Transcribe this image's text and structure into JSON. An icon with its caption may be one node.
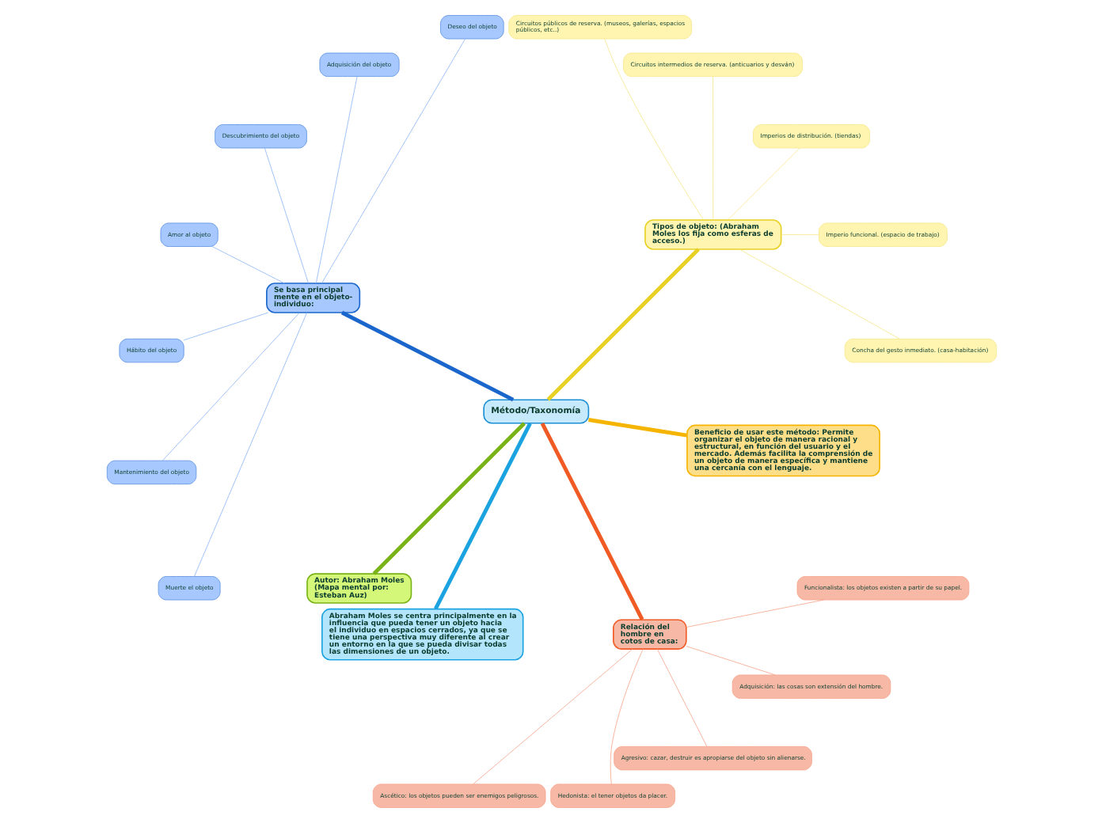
{
  "diagram": {
    "nodes": [
      {
        "text": [
          "Método/Taxonomía"
        ]
      },
      {
        "text": [
          "Tipos de objeto: (Abraham Moles los fija como esferas de acceso.)"
        ]
      },
      {
        "text": [
          "Concha del gesto inmediato. (casa-habitación)"
        ]
      },
      {
        "text": [
          "Imperio funcional. (espacio de trabajo)"
        ]
      },
      {
        "text": [
          "Imperios de distribución. (tiendas)"
        ]
      },
      {
        "text": [
          "Circuitos intermedios de reserva. (anticuarios y desván)"
        ]
      },
      {
        "text": [
          "Circuitos públicos de reserva. (museos, galerías, espacios públicos, etc..)"
        ]
      },
      {
        "text": [
          "Se basa principal mente en el objeto-individuo:"
        ]
      },
      {
        "text": [
          "Deseo del objeto"
        ]
      },
      {
        "text": [
          "Adquisición del objeto"
        ]
      },
      {
        "text": [
          "Descubrimiento del objeto"
        ]
      },
      {
        "text": [
          "Amor al objeto"
        ]
      },
      {
        "text": [
          "Hábito del objeto"
        ]
      },
      {
        "text": [
          "Mantenimiento del objeto"
        ]
      },
      {
        "text": [
          "Muerte el objeto"
        ]
      },
      {
        "text": [
          "Autor: Abraham Moles (Mapa mental por: Esteban Auz)"
        ]
      },
      {
        "text": [
          "Abraham Moles se centra principalmente en la influencia que pueda tener un objeto hacia el individuo en espacios cerrados, ya que se tiene una perspectiva muy diferente al crear un entorno en la que se pueda divisar todas las dimensiones de un objeto."
        ]
      },
      {
        "text": [
          "Relación del hombre en cotos de casa:"
        ]
      },
      {
        "text": [
          "Ascético: los objetos pueden ser enemigos peligrosos."
        ]
      },
      {
        "text": [
          "Hedonista: el tener objetos da placer."
        ]
      },
      {
        "text": [
          "Agresivo: cazar, destruir es apropiarse del objeto sin alienarse."
        ]
      },
      {
        "text": [
          "Adquisición: las cosas son extensión del hombre."
        ]
      },
      {
        "text": [
          "Funcionalista: los objetos existen a partir de su papel."
        ]
      },
      {
        "text": [
          "Beneficio de usar este método: Permite organizar el objeto de manera racional y estructural, en función del usuario y el mercado. Además facilita la comprensión de un objeto de manera específica y mantiene una cercanía con el lenguaje."
        ]
      }
    ],
    "edges": [
      {
        "from": 0,
        "to": 1,
        "arrow": "none",
        "style": "thick",
        "color": "#e8d024"
      },
      {
        "from": 1,
        "to": 2,
        "arrow": "none",
        "color": "#f5e68a"
      },
      {
        "from": 1,
        "to": 3,
        "arrow": "none",
        "color": "#f5e68a"
      },
      {
        "from": 1,
        "to": 4,
        "arrow": "none",
        "color": "#f5e68a"
      },
      {
        "from": 1,
        "to": 5,
        "arrow": "none",
        "color": "#f5e68a"
      },
      {
        "from": 1,
        "to": 6,
        "arrow": "none",
        "color": "#f5e68a"
      },
      {
        "from": 0,
        "to": 7,
        "arrow": "none",
        "style": "thick",
        "color": "#1a66cc"
      },
      {
        "from": 7,
        "to": 8,
        "arrow": "none",
        "color": "#8ab4f8"
      },
      {
        "from": 7,
        "to": 9,
        "arrow": "none",
        "color": "#8ab4f8"
      },
      {
        "from": 7,
        "to": 10,
        "arrow": "none",
        "color": "#8ab4f8"
      },
      {
        "from": 7,
        "to": 11,
        "arrow": "none",
        "color": "#8ab4f8"
      },
      {
        "from": 7,
        "to": 12,
        "arrow": "none",
        "color": "#8ab4f8"
      },
      {
        "from": 7,
        "to": 13,
        "arrow": "none",
        "color": "#8ab4f8"
      },
      {
        "from": 7,
        "to": 14,
        "arrow": "none",
        "color": "#8ab4f8"
      },
      {
        "from": 0,
        "to": 15,
        "arrow": "none",
        "style": "thick",
        "color": "#7ab317"
      },
      {
        "from": 0,
        "to": 16,
        "arrow": "none",
        "style": "thick",
        "color": "#1aa3e0"
      },
      {
        "from": 0,
        "to": 17,
        "arrow": "none",
        "style": "thick",
        "color": "#f05a24"
      },
      {
        "from": 17,
        "to": 18,
        "arrow": "none",
        "color": "#f7a48a"
      },
      {
        "from": 17,
        "to": 19,
        "arrow": "none",
        "color": "#f7a48a"
      },
      {
        "from": 17,
        "to": 20,
        "arrow": "none",
        "color": "#f7a48a"
      },
      {
        "from": 17,
        "to": 21,
        "arrow": "none",
        "color": "#f7a48a"
      },
      {
        "from": 17,
        "to": 22,
        "arrow": "none",
        "color": "#f7a48a"
      },
      {
        "from": 0,
        "to": 23,
        "arrow": "none",
        "style": "thick",
        "color": "#f5b400"
      }
    ]
  }
}
